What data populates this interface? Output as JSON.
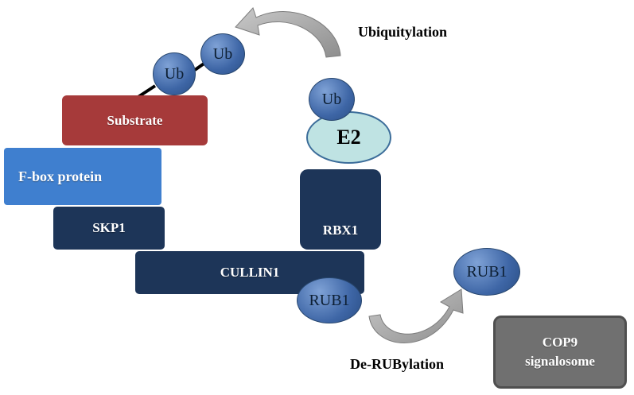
{
  "colors": {
    "substrate": "#a63a3a",
    "fbox": "#3f7fcf",
    "dark_navy": "#1d3558",
    "ub_blue": "#3e66a6",
    "e2_fill": "#bfe3e3",
    "gray_box": "#707070",
    "arrow_gray": "#9a9a9a"
  },
  "labels": {
    "ubiquitylation": "Ubiquitylation",
    "derubylation": "De-RUBylation"
  },
  "boxes": {
    "substrate": "Substrate",
    "fbox": "F-box protein",
    "skp1": "SKP1",
    "rbx1": "RBX1",
    "cullin1": "CULLIN1",
    "cop9_line1": "COP9",
    "cop9_line2": "signalosome"
  },
  "circles": {
    "ub_left": "Ub",
    "ub_top": "Ub",
    "ub_e2": "Ub",
    "e2": "E2",
    "rub1_cullin": "RUB1",
    "rub1_free": "RUB1"
  }
}
